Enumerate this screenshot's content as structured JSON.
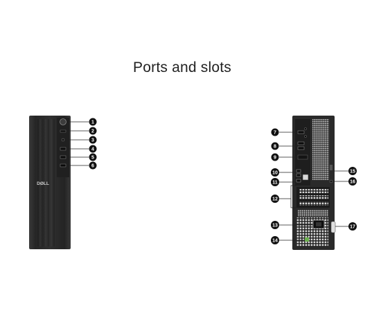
{
  "title": "Ports and slots",
  "front": {
    "logo": "DØLL",
    "callouts": [
      "1",
      "2",
      "3",
      "4",
      "5",
      "6"
    ]
  },
  "rear": {
    "callouts_left": [
      "7",
      "8",
      "9",
      "10",
      "11",
      "12",
      "13",
      "14"
    ],
    "callouts_right": [
      "15",
      "16",
      "17"
    ]
  },
  "colors": {
    "case": "#2b2b2b",
    "callout_bg": "#111111",
    "callout_text": "#ffffff"
  }
}
